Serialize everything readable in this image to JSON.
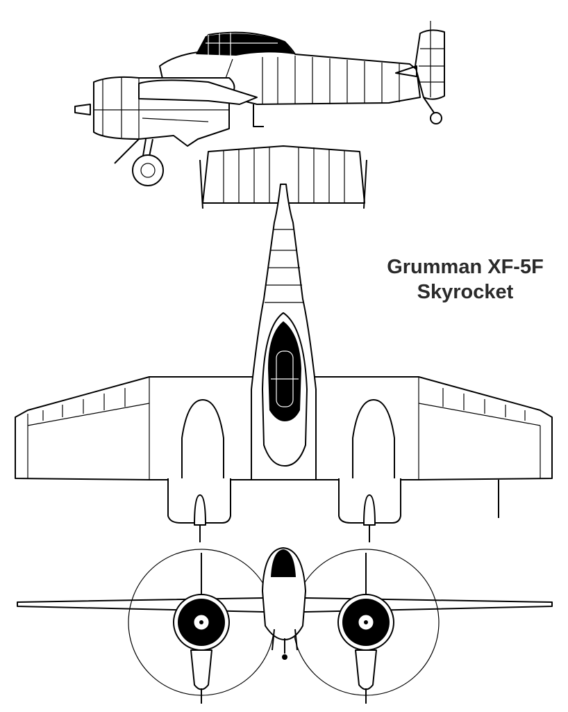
{
  "title": {
    "line1": "Grumman XF-5F",
    "line2": "Skyrocket"
  },
  "views": [
    "side-view",
    "top-view",
    "front-view"
  ],
  "colors": {
    "ink": "#000000",
    "title": "#2a2a2a",
    "background": "#ffffff"
  }
}
